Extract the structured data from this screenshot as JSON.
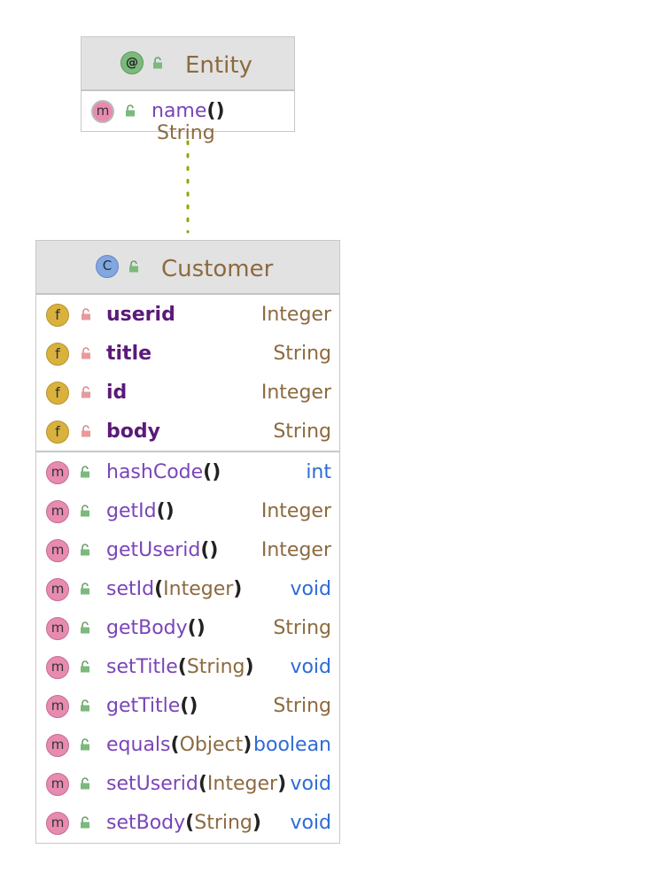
{
  "connector": {
    "color": "#8fa800",
    "style": "dotted"
  },
  "entity": {
    "title": "Entity",
    "icon": "annotation-icon",
    "methods": [
      {
        "name": "name",
        "open": "(",
        "param": "",
        "close": ")",
        "type": "String"
      }
    ]
  },
  "customer": {
    "title": "Customer",
    "icon": "class-icon",
    "fields": [
      {
        "name": "userid",
        "type": "Integer"
      },
      {
        "name": "title",
        "type": "String"
      },
      {
        "name": "id",
        "type": "Integer"
      },
      {
        "name": "body",
        "type": "String"
      }
    ],
    "methods": [
      {
        "name": "hashCode",
        "open": "(",
        "param": "",
        "close": ")",
        "type": "int"
      },
      {
        "name": "getId",
        "open": "(",
        "param": "",
        "close": ")",
        "type": "Integer"
      },
      {
        "name": "getUserid",
        "open": "(",
        "param": "",
        "close": ")",
        "type": "Integer"
      },
      {
        "name": "setId",
        "open": "(",
        "param": "Integer",
        "close": ")",
        "type": "void"
      },
      {
        "name": "getBody",
        "open": "(",
        "param": "",
        "close": ")",
        "type": "String"
      },
      {
        "name": "setTitle",
        "open": "(",
        "param": "String",
        "close": ")",
        "type": "void"
      },
      {
        "name": "getTitle",
        "open": "(",
        "param": "",
        "close": ")",
        "type": "String"
      },
      {
        "name": "equals",
        "open": "(",
        "param": "Object",
        "close": ")",
        "type": "boolean"
      },
      {
        "name": "setUserid",
        "open": "(",
        "param": "Integer",
        "close": ")",
        "type": "void"
      },
      {
        "name": "setBody",
        "open": "(",
        "param": "String",
        "close": ")",
        "type": "void"
      }
    ]
  },
  "badges": {
    "annotation": "@",
    "class": "C",
    "field": "f",
    "method": "m"
  }
}
